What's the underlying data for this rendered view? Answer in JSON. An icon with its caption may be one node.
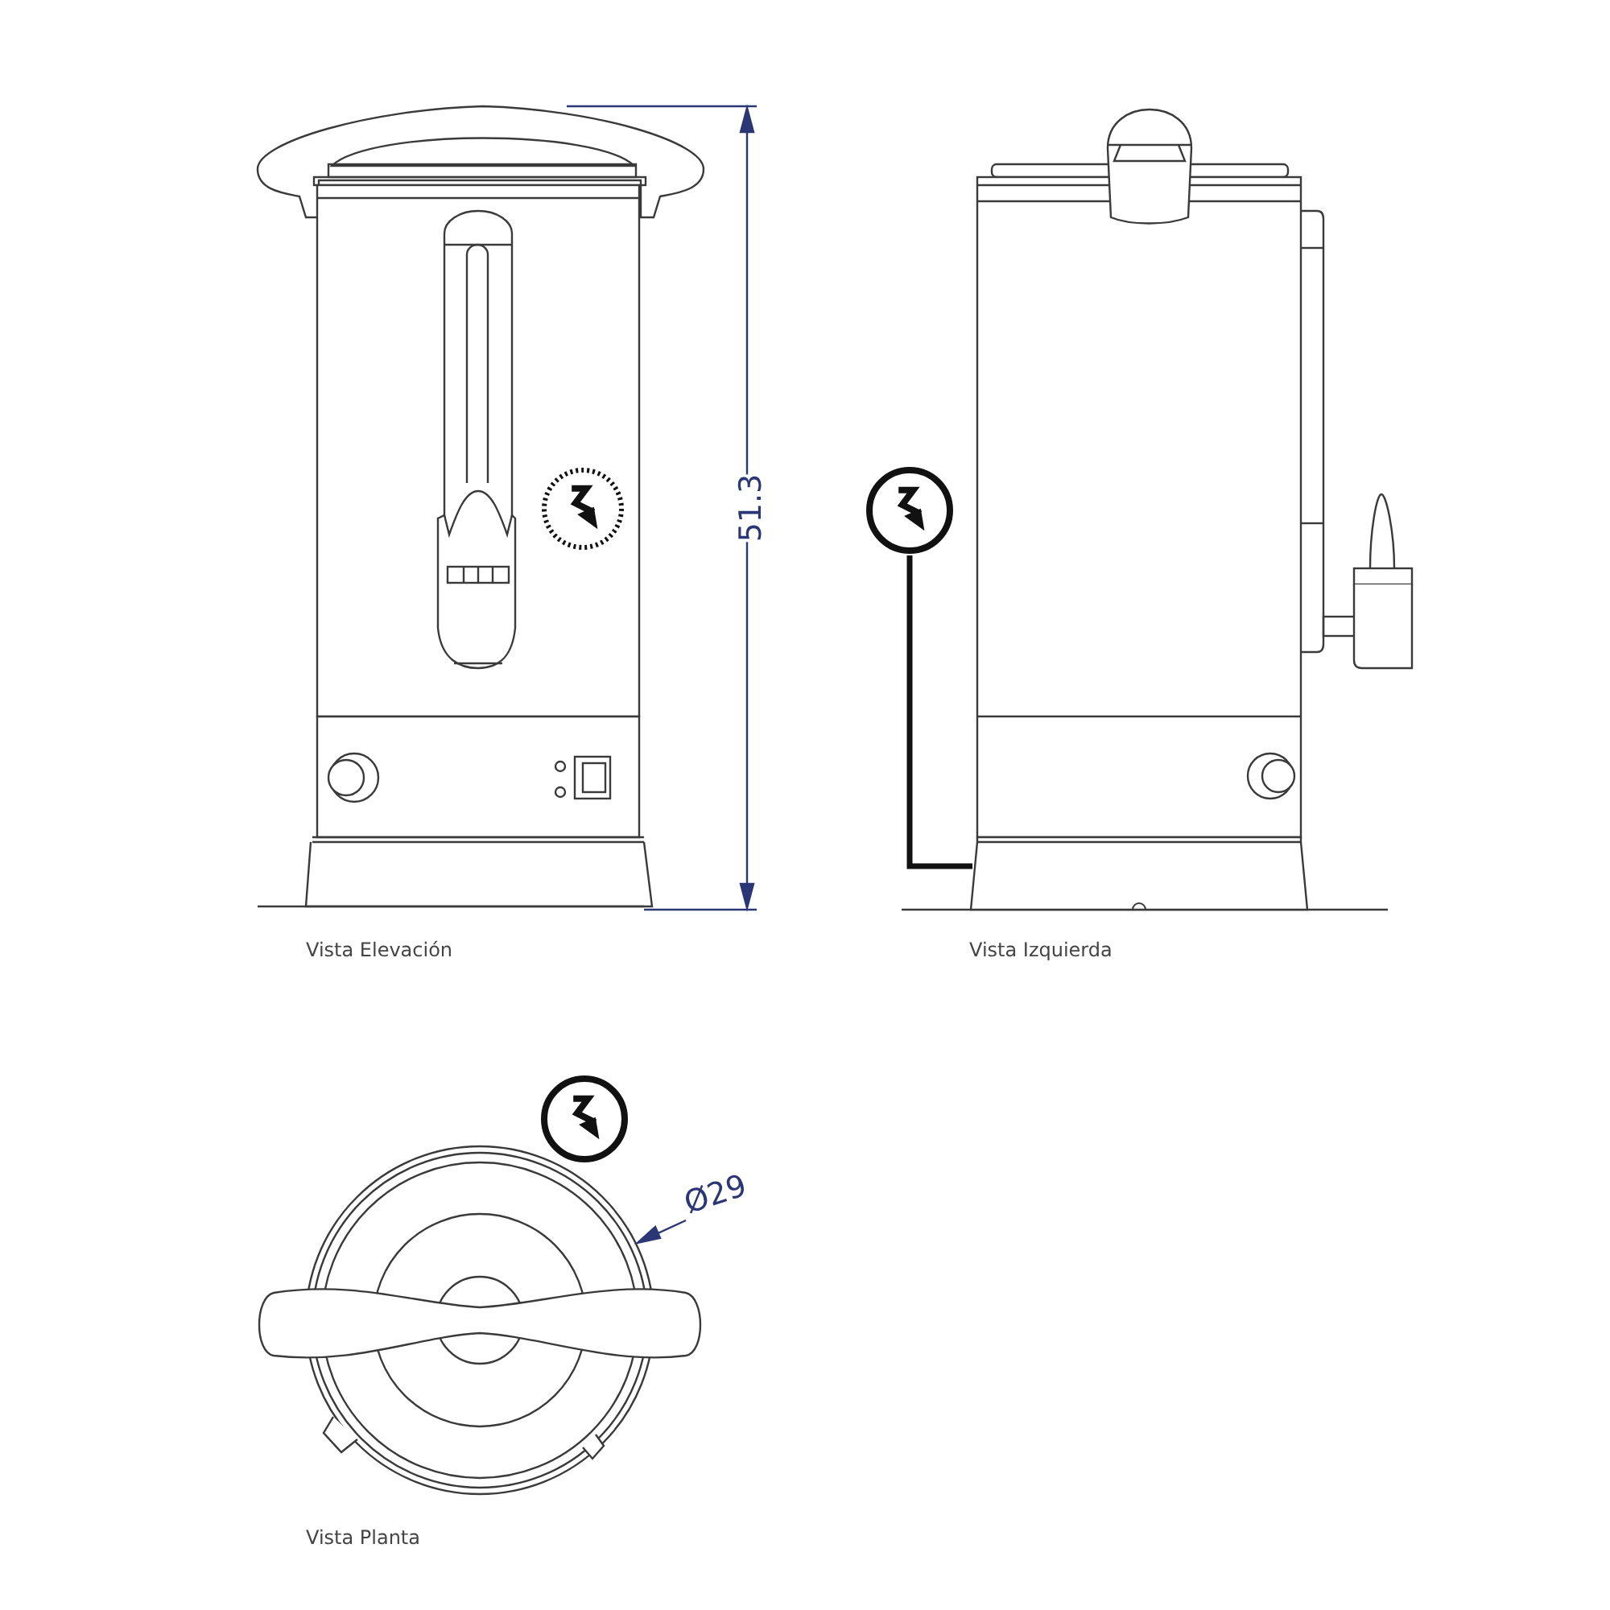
{
  "diagram": {
    "nodes": [
      {
        "text": [],
        "shape": "picture"
      },
      {
        "text": [],
        "shape": "picture"
      }
    ],
    "edges": [
      {
        "from": 0,
        "to": 1,
        "arrow": "none"
      }
    ],
    "labels": [
      "51.3",
      "Vista Elevación",
      "Vista Izquierda",
      "Ø29",
      "Vista Planta"
    ]
  }
}
